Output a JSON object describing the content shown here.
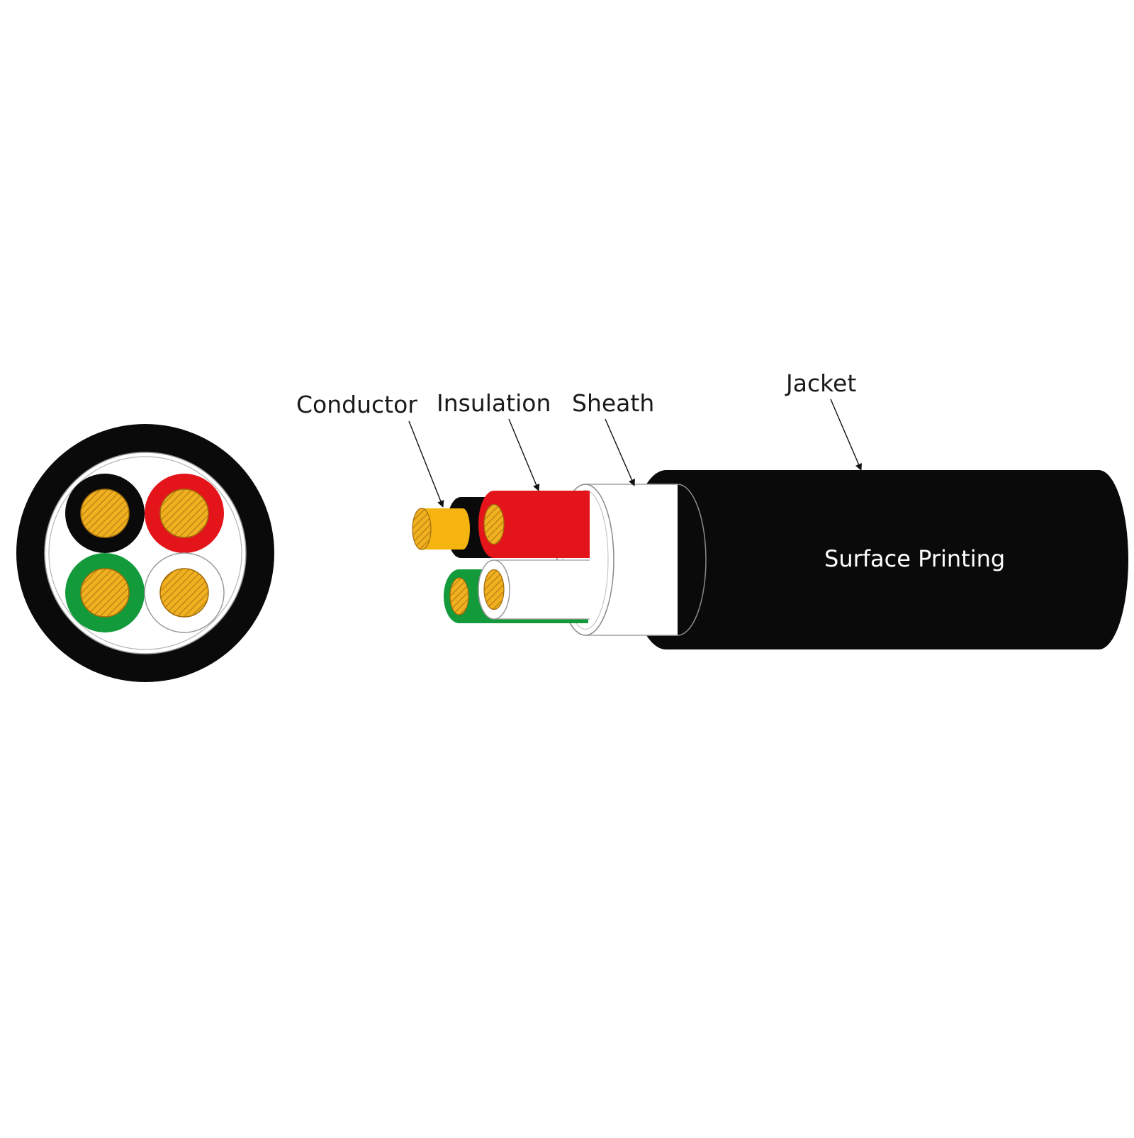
{
  "labels": {
    "conductor": "Conductor",
    "insulation": "Insulation",
    "sheath": "Sheath",
    "jacket": "Jacket",
    "surface_printing": "Surface Printing"
  },
  "colors": {
    "jacket": "#0a0a0a",
    "sheath": "#ffffff",
    "copper": "#f0b020",
    "copper_hatch": "#b07a10",
    "insulation_black": "#0a0a0a",
    "insulation_red": "#e4141b",
    "insulation_green": "#139a3a",
    "insulation_white": "#ffffff"
  },
  "cores": [
    {
      "position": "top-left",
      "insulation": "black"
    },
    {
      "position": "top-right",
      "insulation": "red"
    },
    {
      "position": "bottom-left",
      "insulation": "green"
    },
    {
      "position": "bottom-right",
      "insulation": "white"
    }
  ]
}
